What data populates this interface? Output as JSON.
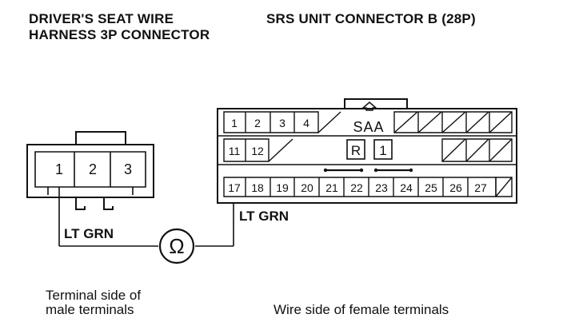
{
  "titles": {
    "left_line1": "DRIVER'S SEAT WIRE",
    "left_line2": "HARNESS 3P CONNECTOR",
    "right": "SRS UNIT CONNECTOR B (28P)"
  },
  "left_connector": {
    "terminals": [
      "1",
      "2",
      "3"
    ],
    "wire_label": "LT GRN"
  },
  "meter": {
    "symbol": "Ω"
  },
  "right_connector": {
    "row1": [
      "1",
      "2",
      "3",
      "4"
    ],
    "row2": [
      "11",
      "12"
    ],
    "row3": [
      "17",
      "18",
      "19",
      "20",
      "21",
      "22",
      "23",
      "24",
      "25",
      "26",
      "27"
    ],
    "saa_label": "SAA",
    "r_label": "R",
    "one_label": "1",
    "arrow_icon": "up-arrow-icon",
    "wire_label": "LT GRN"
  },
  "captions": {
    "left_line1": "Terminal side of",
    "left_line2": "male terminals",
    "right": "Wire side of female terminals"
  }
}
